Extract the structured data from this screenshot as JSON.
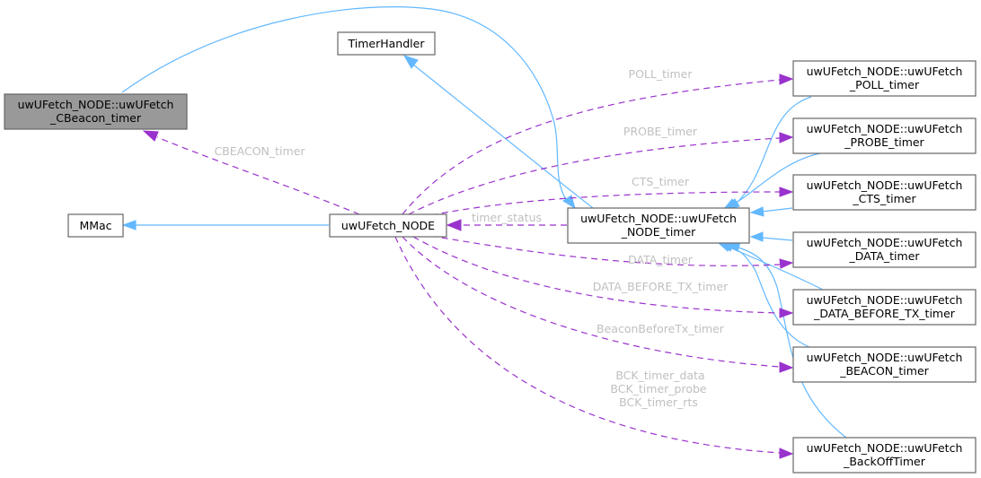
{
  "diagram": {
    "title": "uwUFetch_NODE::uwUFetch_CBeacon_timer collaboration graph",
    "colors": {
      "inheritance_edge": "#63b8ff",
      "usage_edge": "#9a32cd",
      "edge_label": "#c0c0c0",
      "focus_node_fill": "#999999",
      "node_fill": "#ffffff",
      "node_border": "#666666"
    },
    "nodes": {
      "cbeacon": {
        "lines": [
          "uwUFetch_NODE::uwUFetch",
          "_CBeacon_timer"
        ],
        "focus": true
      },
      "timerhandler": {
        "lines": [
          "TimerHandler"
        ]
      },
      "mmac": {
        "lines": [
          "MMac"
        ]
      },
      "node": {
        "lines": [
          "uwUFetch_NODE"
        ]
      },
      "node_timer": {
        "lines": [
          "uwUFetch_NODE::uwUFetch",
          "_NODE_timer"
        ]
      },
      "poll": {
        "lines": [
          "uwUFetch_NODE::uwUFetch",
          "_POLL_timer"
        ]
      },
      "probe": {
        "lines": [
          "uwUFetch_NODE::uwUFetch",
          "_PROBE_timer"
        ]
      },
      "cts": {
        "lines": [
          "uwUFetch_NODE::uwUFetch",
          "_CTS_timer"
        ]
      },
      "data": {
        "lines": [
          "uwUFetch_NODE::uwUFetch",
          "_DATA_timer"
        ]
      },
      "data_before_tx": {
        "lines": [
          "uwUFetch_NODE::uwUFetch",
          "_DATA_BEFORE_TX_timer"
        ]
      },
      "beacon": {
        "lines": [
          "uwUFetch_NODE::uwUFetch",
          "_BEACON_timer"
        ]
      },
      "backoff": {
        "lines": [
          "uwUFetch_NODE::uwUFetch",
          "_BackOffTimer"
        ]
      }
    },
    "edge_labels": {
      "cbeacon_timer": "CBEACON_timer",
      "timer_status": "timer_status",
      "poll_timer": "POLL_timer",
      "probe_timer": "PROBE_timer",
      "cts_timer": "CTS_timer",
      "data_timer": "DATA_timer",
      "data_before_tx_timer": "DATA_BEFORE_TX_timer",
      "beacon_before_tx_timer": "BeaconBeforeTx_timer",
      "bck_timer_data": "BCK_timer_data",
      "bck_timer_probe": "BCK_timer_probe",
      "bck_timer_rts": "BCK_timer_rts"
    }
  }
}
